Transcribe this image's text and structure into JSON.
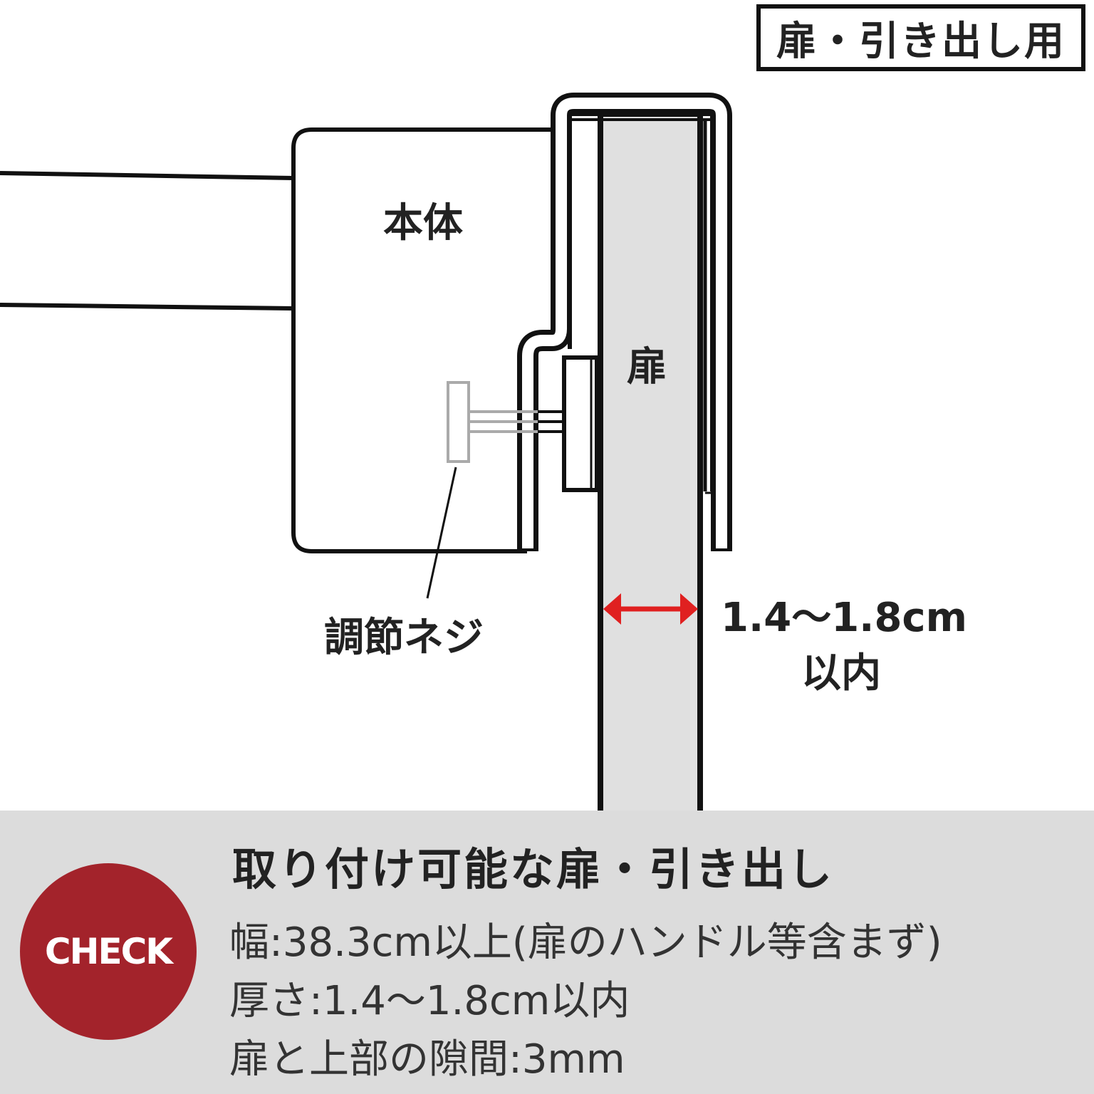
{
  "tag": "扉・引き出し用",
  "labels": {
    "body": "本体",
    "door": "扉",
    "screw": "調節ネジ",
    "thickness": "1.4〜1.8cm",
    "within": "以内"
  },
  "check": {
    "badge": "CHECK",
    "title": "取り付け可能な扉・引き出し",
    "lines": [
      "幅:38.3cm以上(扉のハンドル等含まず)",
      "厚さ:1.4〜1.8cm以内",
      "扉と上部の隙間:3mm"
    ]
  },
  "colors": {
    "arrow": "#e02020",
    "badge": "#a3232b",
    "door": "#e0e0e0",
    "panel": "#dcdcdc"
  }
}
